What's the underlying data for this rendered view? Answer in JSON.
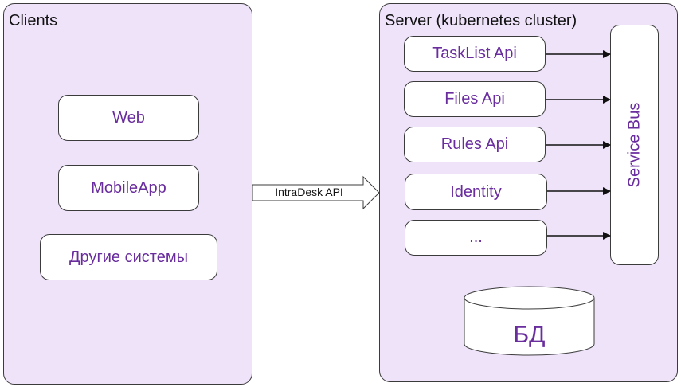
{
  "clients": {
    "title": "Clients",
    "items": [
      "Web",
      "MobileApp",
      "Другие системы"
    ]
  },
  "server": {
    "title": "Server (kubernetes cluster)",
    "services": [
      "TaskList Api",
      "Files Api",
      "Rules Api",
      "Identity",
      "..."
    ],
    "bus": "Service Bus",
    "db": "БД"
  },
  "connection": {
    "label": "IntraDesk API"
  }
}
